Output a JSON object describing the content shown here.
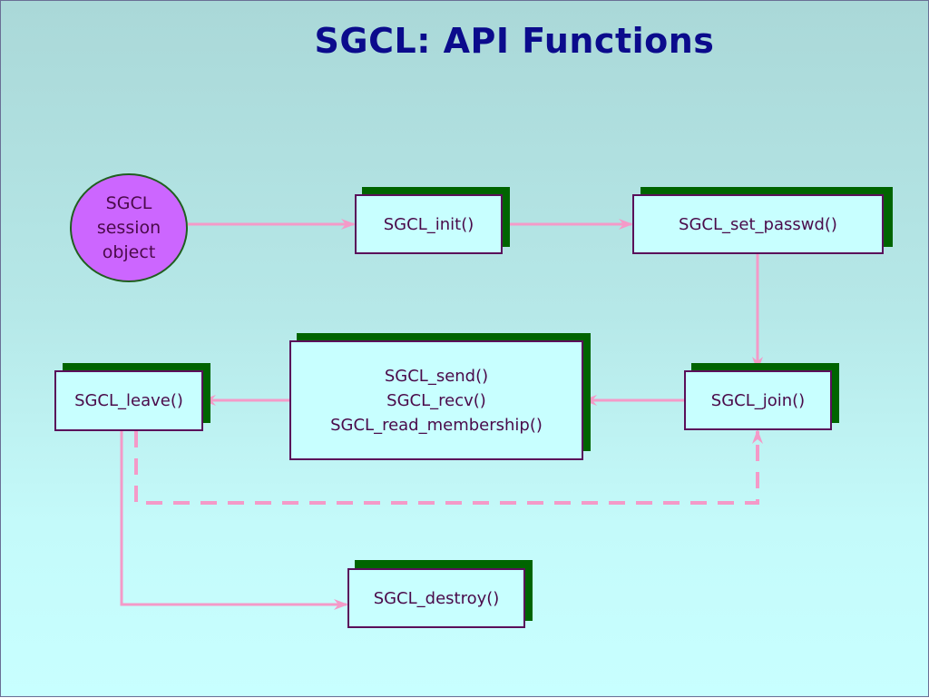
{
  "slide": {
    "title": "SGCL: API Functions"
  },
  "colors": {
    "title": "#0b0b8c",
    "box_fill": "#c8ffff",
    "box_border": "#5a0f5a",
    "box_shadow": "#006400",
    "circle_fill": "#cc66ff",
    "arrow": "#f49ac8",
    "text": "#4a0a4a"
  },
  "diagram": {
    "session_object": {
      "lines": [
        "SGCL",
        "session",
        "object"
      ]
    },
    "nodes": {
      "init": {
        "label": "SGCL_init()"
      },
      "set_passwd": {
        "label": "SGCL_set_passwd()"
      },
      "join": {
        "label": "SGCL_join()"
      },
      "io": {
        "lines": [
          "SGCL_send()",
          "SGCL_recv()",
          "SGCL_read_membership()"
        ]
      },
      "leave": {
        "label": "SGCL_leave()"
      },
      "destroy": {
        "label": "SGCL_destroy()"
      }
    },
    "edges": [
      {
        "from": "session_object",
        "to": "init",
        "style": "solid"
      },
      {
        "from": "init",
        "to": "set_passwd",
        "style": "solid"
      },
      {
        "from": "set_passwd",
        "to": "join",
        "style": "solid"
      },
      {
        "from": "join",
        "to": "io",
        "style": "solid"
      },
      {
        "from": "io",
        "to": "leave",
        "style": "solid"
      },
      {
        "from": "leave",
        "to": "join",
        "style": "dashed"
      },
      {
        "from": "leave",
        "to": "destroy",
        "style": "solid"
      }
    ]
  }
}
